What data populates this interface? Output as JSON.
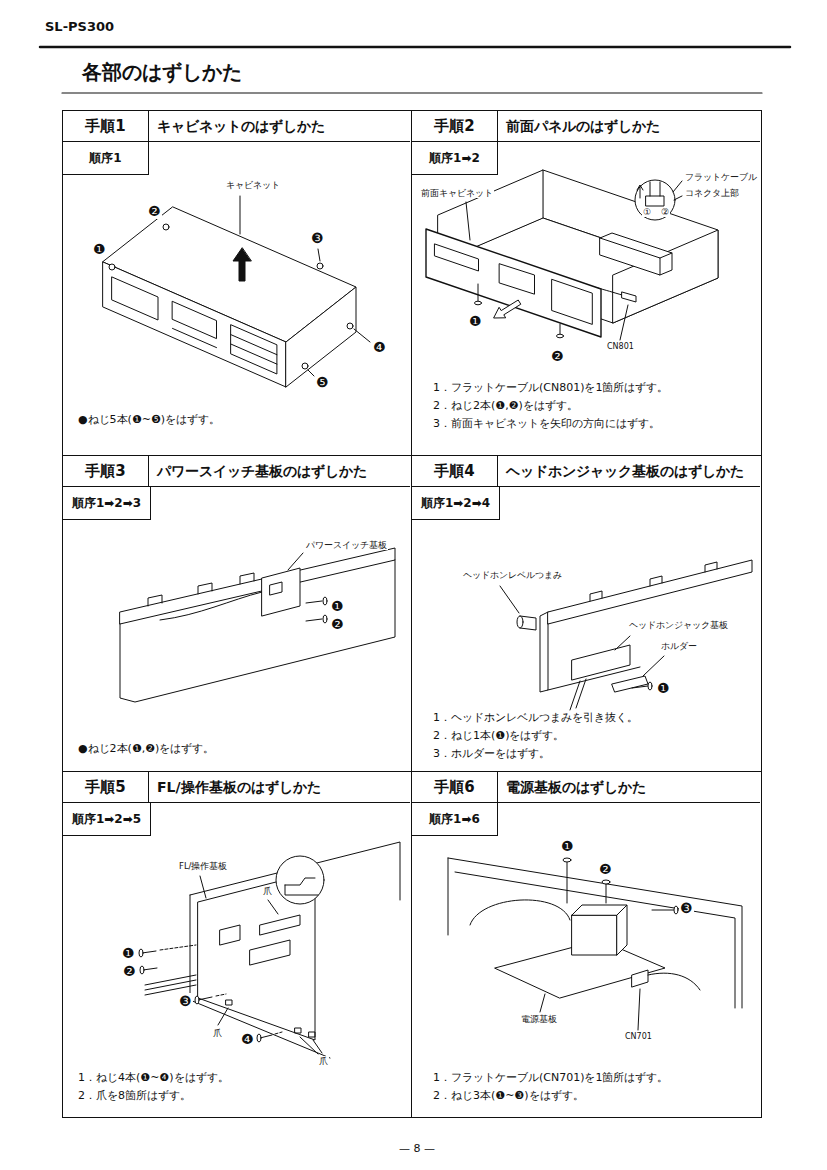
{
  "diagram": {
    "title": "各部のはずしかた",
    "nodes": [
      {
        "text": [
          "●ねじ5本(❶~❺)をはずす。"
        ]
      },
      {
        "text": [
          "手順1"
        ],
        "in": 0
      },
      {
        "text": [
          "キャビネットのはずしかた"
        ],
        "in": 0
      },
      {
        "text": [
          "順序1"
        ],
        "in": 0
      },
      {
        "text": [
          "1．フラットケーブル(CN801)を1箇所はずす。",
          "2．ねじ2本(❶,❷)をはずす。",
          "3．前面キャビネットを矢印の方向にはずす。"
        ]
      },
      {
        "text": [
          "手順2"
        ],
        "in": 4
      },
      {
        "text": [
          "前面パネルのはずしかた"
        ],
        "in": 4
      },
      {
        "text": [
          "順序1➡2"
        ],
        "in": 4
      },
      {
        "text": [
          "●ねじ2本(❶,❷)をはずす。"
        ]
      },
      {
        "text": [
          "手順3"
        ],
        "in": 8
      },
      {
        "text": [
          "パワースイッチ基板のはずしかた"
        ],
        "in": 8
      },
      {
        "text": [
          "順序1➡2➡3"
        ],
        "in": 8
      },
      {
        "text": [
          "1．ヘッドホンレベルつまみを引き抜く。",
          "2．ねじ1本(❶)をはずす。",
          "3．ホルダーをはずす。"
        ]
      },
      {
        "text": [
          "手順4"
        ],
        "in": 12
      },
      {
        "text": [
          "ヘッドホンジャック基板のはずしかた"
        ],
        "in": 12
      },
      {
        "text": [
          "順序1➡2➡4"
        ],
        "in": 12
      },
      {
        "text": [
          "1．ねじ4本(❶~❹)をはずす。",
          "2．爪を8箇所はずす。"
        ]
      },
      {
        "text": [
          "手順5"
        ],
        "in": 16
      },
      {
        "text": [
          "FL/操作基板のはずしかた"
        ],
        "in": 16
      },
      {
        "text": [
          "順序1➡2➡5"
        ],
        "in": 16
      },
      {
        "text": [
          "1．フラットケーブル(CN701)を1箇所はずす。",
          "2．ねじ3本(❶~❸)をはずす。"
        ]
      },
      {
        "text": [
          "手順6"
        ],
        "in": 20
      },
      {
        "text": [
          "電源基板のはずしかた"
        ],
        "in": 20
      },
      {
        "text": [
          "順序1➡6"
        ],
        "in": 20
      }
    ],
    "labels": [
      "SL-PS300",
      "キャビネット",
      "❷",
      "❶",
      "❸",
      "❹",
      "❺",
      "前面キャビネット",
      "フラットケーブル",
      "コネクタ上部",
      "①",
      "②",
      "❶",
      "❷",
      "CN801",
      "パワースイッチ基板",
      "❶",
      "❷",
      "ヘッドホンレベルつまみ",
      "ヘッドホンジャック基板",
      "ホルダー",
      "❶",
      "FL/操作基板",
      "爪",
      "❶",
      "❷",
      "❸",
      "爪",
      "❹",
      "爪",
      "❶",
      "❷",
      "❸",
      "電源基板",
      "CN701",
      "— 8 —"
    ]
  }
}
